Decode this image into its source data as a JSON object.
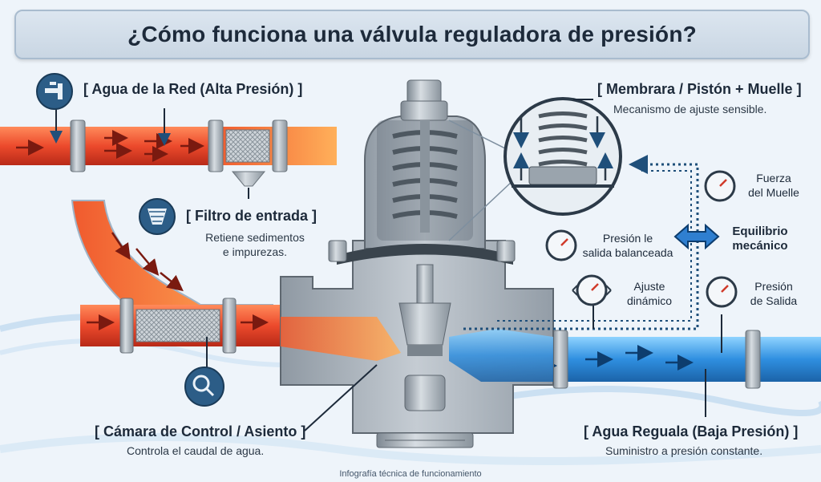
{
  "title": "¿Cómo funciona una válvula reguladora de presión?",
  "labels": {
    "inlet": "[ Agua de la Red (Alta Presión) ]",
    "filter": "[ Filtro de entrada ]",
    "filter_desc_1": "Retiene sedimentos",
    "filter_desc_2": "e impurezas.",
    "membrane": "[ Membrara / Pistón + Muelle ]",
    "membrane_desc": "Mecanismo de ajuste sensible.",
    "spring_force_1": "Fuerza",
    "spring_force_2": "del Muelle",
    "equilibrium_1": "Equilibrio",
    "equilibrium_2": "mecánico",
    "balanced_1": "Presión le",
    "balanced_2": "salida balanceada",
    "dynamic_1": "Ajuste",
    "dynamic_2": "dinámico",
    "outlet_pressure_1": "Presión",
    "outlet_pressure_2": "de Salida",
    "chamber": "[ Cámara de Control / Asiento ]",
    "chamber_desc": "Controla el caudal de agua.",
    "outlet": "[ Agua Reguala (Baja Presión) ]",
    "outlet_desc": "Suministro a presión constante.",
    "footer": "Infografía técnica de funcionamiento"
  },
  "icons": [
    "faucet-icon",
    "filter-icon",
    "magnifier-icon",
    "pressure-gauge-icon"
  ],
  "colors": {
    "hot_water": "#e8442a",
    "cold_water": "#2f8fe0",
    "valve_body": "#a6afb8",
    "icon_bg": "#2c5d87",
    "title_bg": "#d3dfeb"
  }
}
